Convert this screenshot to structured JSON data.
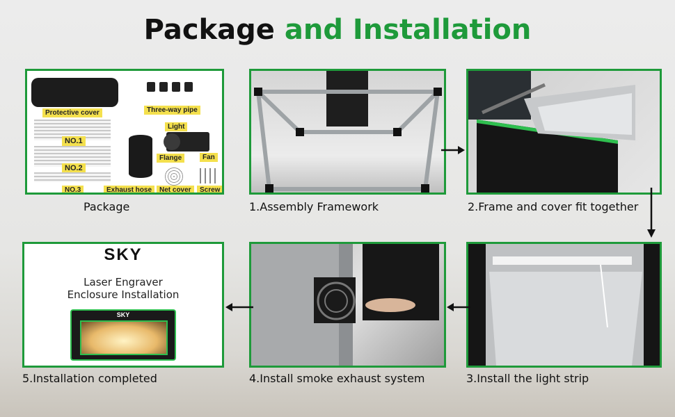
{
  "title": {
    "part1": "Package",
    "part2": "and Installation"
  },
  "package": {
    "caption": "Package",
    "labels": {
      "cover": "Protective cover",
      "pipe": "Three-way pipe",
      "light": "Light",
      "no1": "NO.1",
      "no2": "NO.2",
      "no3": "NO.3",
      "flange": "Flange",
      "fan": "Fan",
      "hose": "Exhaust hose",
      "net": "Net cover",
      "screw": "Screw"
    }
  },
  "steps": {
    "step1": "1.Assembly Framework",
    "step2": "2.Frame and cover fit together",
    "step3": "3.Install the light strip",
    "step4": "4.Install smoke exhaust system",
    "step5": "5.Installation completed"
  },
  "completed": {
    "brand": "SKY",
    "line1": "Laser Engraver",
    "line2": "Enclosure Installation",
    "box_logo": "SKY"
  },
  "colors": {
    "accent": "#1e9a3a",
    "text": "#111111"
  }
}
